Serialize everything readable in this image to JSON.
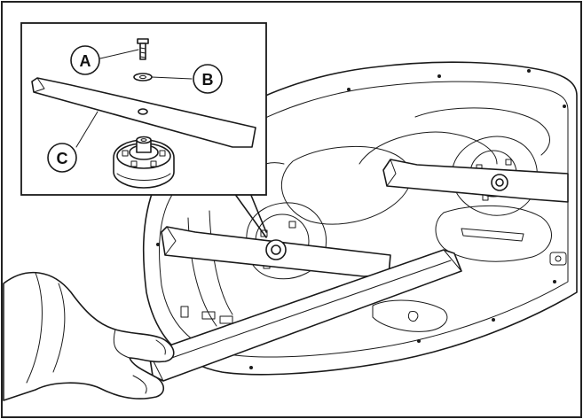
{
  "figure": {
    "callouts": [
      {
        "letter": "A",
        "part": "blade-bolt"
      },
      {
        "letter": "B",
        "part": "washer"
      },
      {
        "letter": "C",
        "part": "mower-blade"
      }
    ],
    "colors": {
      "ink": "#1a1a1a",
      "paper": "#ffffff"
    }
  }
}
